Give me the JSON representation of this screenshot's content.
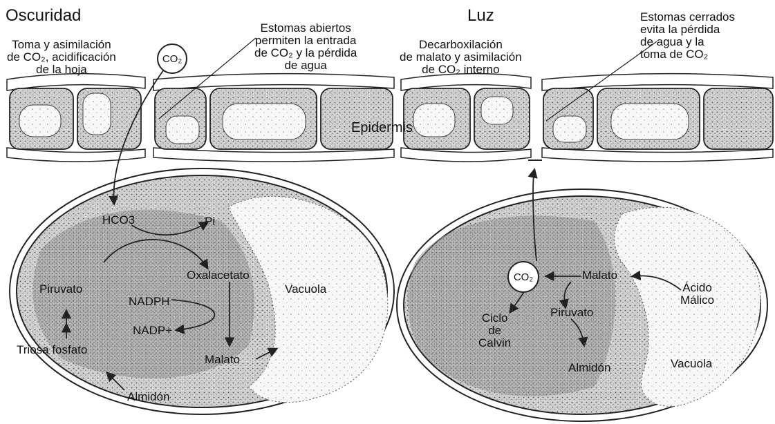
{
  "dark": {
    "title": "Oscuridad",
    "uptake": [
      "Toma y asimilación",
      "de CO₂, acidificación",
      "de la hoja"
    ],
    "stomata": [
      "Estomas abiertos",
      "permiten la entrada",
      "de CO₂ y la pérdida",
      "de agua"
    ],
    "co2": "CO₂",
    "hco3": "HCO3",
    "pi": "Pi",
    "oxalacetato": "Oxalacetato",
    "piruvato": "Piruvato",
    "nadph": "NADPH",
    "nadp": "NADP+",
    "triosa": "Triosa fosfato",
    "almidon": "Almidón",
    "malato": "Malato",
    "vacuola": "Vacuola"
  },
  "light": {
    "title": "Luz",
    "decarbox": [
      "Decarboxilación",
      "de malato y asimilación",
      "de CO₂ interno"
    ],
    "stomata": [
      "Estomas cerrados",
      "evita la pérdida",
      "de agua y la",
      "toma de CO₂"
    ],
    "co2": "CO₂",
    "malato": "Malato",
    "acido": [
      "Ácido",
      "Málico"
    ],
    "ciclo": [
      "Ciclo",
      "de",
      "Calvin"
    ],
    "piruvato": "Piruvato",
    "almidon": "Almidón",
    "vacuola": "Vacuola"
  },
  "epidermis": "Epidermis",
  "colors": {
    "ink": "#222222",
    "stipple": "#9a9a9a",
    "cytoplasm": "#b9b9b9",
    "vacuole": "#f4f4f4"
  }
}
